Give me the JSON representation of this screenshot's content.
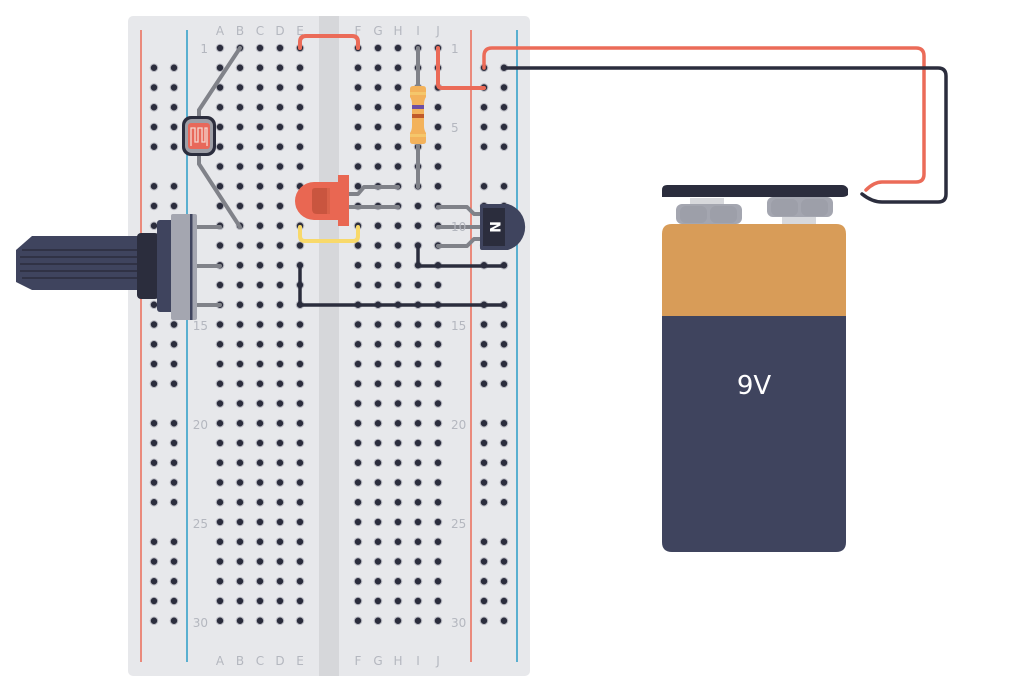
{
  "breadboard": {
    "column_labels_left": [
      "A",
      "B",
      "C",
      "D",
      "E"
    ],
    "column_labels_right": [
      "F",
      "G",
      "H",
      "I",
      "J"
    ],
    "row_count": 30,
    "row_labels": [
      "1",
      "5",
      "10",
      "15",
      "20",
      "25",
      "30"
    ],
    "colors": {
      "body": "#e7e8eb",
      "trench": "#d6d7da",
      "hole": "#2b2d3d",
      "rail_positive": "#eb6b58",
      "rail_negative": "#2a9cc8"
    }
  },
  "components": {
    "photoresistor": {
      "name": "Photoresistor",
      "color": "#e8685a"
    },
    "potentiometer": {
      "name": "Potentiometer"
    },
    "led": {
      "name": "LED",
      "color": "#e96752"
    },
    "resistor": {
      "name": "Resistor",
      "bands": [
        "#6e4fa4",
        "#c05a2a",
        "#f5c76b"
      ]
    },
    "transistor": {
      "name": "NPN Transistor",
      "label": "N"
    },
    "battery": {
      "name": "9V Battery",
      "label": "9V",
      "colors": {
        "top": "#d89c58",
        "body": "#3f445e"
      }
    }
  },
  "wires": {
    "colors": {
      "red": "#eb6b58",
      "black": "#2b2d3d",
      "yellow": "#f8d96a",
      "lead": "#808289"
    }
  }
}
